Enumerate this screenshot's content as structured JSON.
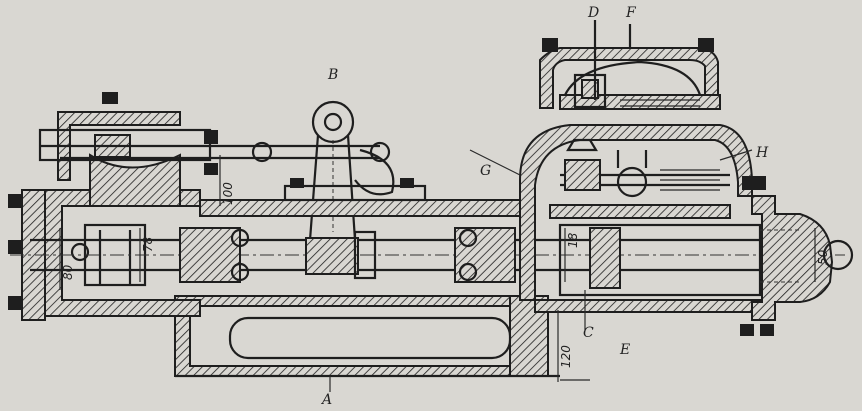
{
  "labels": {
    "A": "A",
    "B": "B",
    "C": "C",
    "D": "D",
    "E": "E",
    "F": "F",
    "G": "G",
    "H": "H"
  },
  "dimensions": {
    "d100": "100",
    "d78": "78",
    "d80": "80",
    "d18": "18",
    "d50": "50",
    "d120": "120"
  },
  "colors": {
    "paper": "#d9d7d2",
    "ink": "#1e1e1e"
  }
}
